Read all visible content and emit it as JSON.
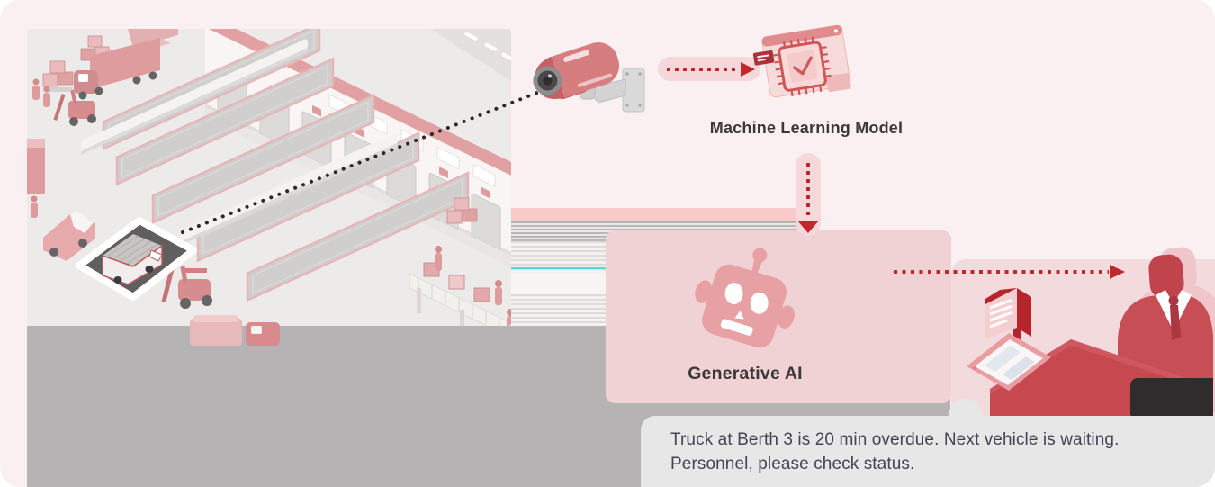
{
  "diagram": {
    "ml_model": {
      "label": "Machine Learning Model"
    },
    "generative_ai": {
      "label": "Generative AI"
    },
    "alert_message": {
      "line1": "Truck at Berth 3 is 20 min overdue. Next vehicle is waiting.",
      "line2": "Personnel, please check status."
    },
    "icons": {
      "camera": "security-camera-icon",
      "ml_model": "ml-chip-window-icon",
      "generative_ai": "robot-icon",
      "tablet": "tablet-icon",
      "notification": "alert-notification-icon",
      "person": "personnel-figure",
      "scene": "warehouse-loading-dock-illustration",
      "highlight": "detected-vehicle-highlight-box"
    }
  },
  "colors": {
    "page_bg": "#fbf0f1",
    "accent_red": "#c1272d",
    "panel_pink": "#f0d2d4",
    "scene_pink": "#f3dbdd",
    "pill_pink": "#f5d9da",
    "message_bg": "#e8e7e8",
    "message_text": "#474253",
    "label_text": "#3a3839",
    "gray_block": "#b5b3b4",
    "illustration_red": "#d98a8c",
    "figure_red": "#c84e55",
    "dark_panel": "#302c2e"
  }
}
